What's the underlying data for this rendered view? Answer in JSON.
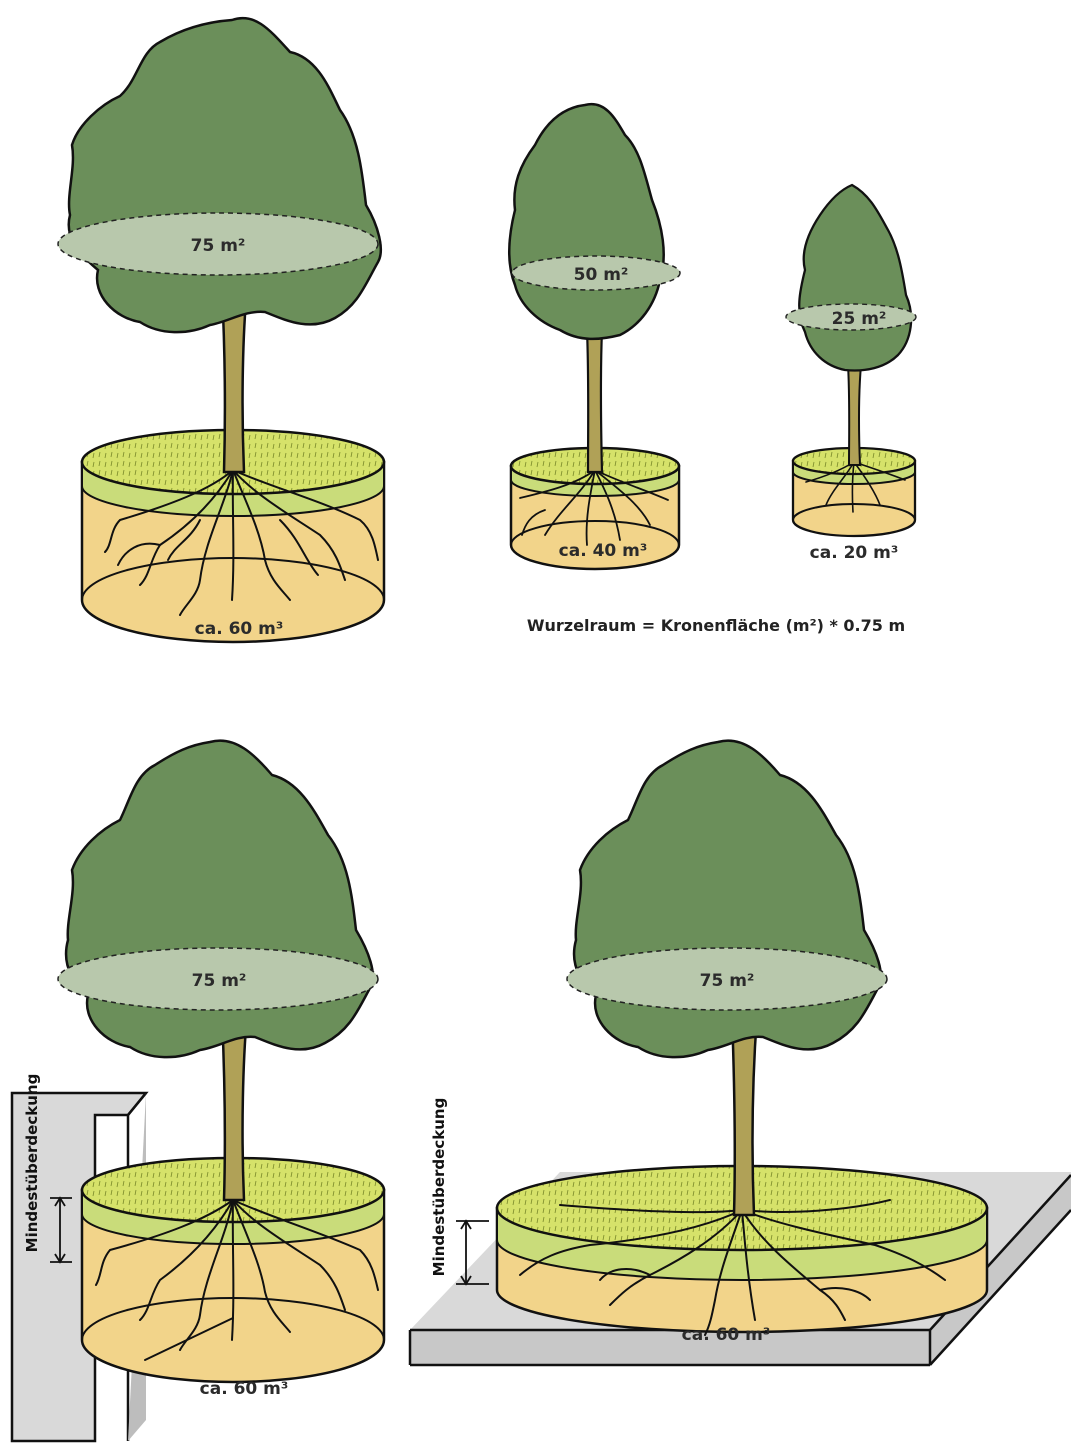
{
  "colors": {
    "crown": "#6b8f5a",
    "crown_area": "#b8c8ac",
    "trunk": "#b0a157",
    "grass": "#d6e26a",
    "grass_band": "#c9dc7a",
    "soil": "#f2d48a",
    "concrete": "#d9d9d9",
    "outline": "#111111"
  },
  "formula": "Wurzelraum = Kronenfläche (m²) * 0.75 m",
  "trees": [
    {
      "crown_area": "75 m²",
      "root_volume": "ca. 60 m³"
    },
    {
      "crown_area": "50 m²",
      "root_volume": "ca. 40 m³"
    },
    {
      "crown_area": "25 m²",
      "root_volume": "ca. 20 m³"
    },
    {
      "crown_area": "75 m²",
      "root_volume": "ca. 60 m³",
      "cover_label": "Mindestüberdeckung"
    },
    {
      "crown_area": "75 m²",
      "root_volume": "ca. 60 m³",
      "cover_label": "Mindestüberdeckung"
    }
  ]
}
